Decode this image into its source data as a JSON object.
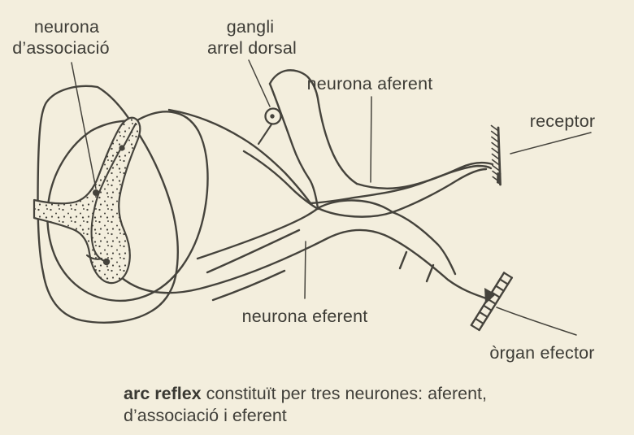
{
  "figure": {
    "colors": {
      "paper": "#f3eedd",
      "ink": "#45433c",
      "text": "#3d3c36"
    },
    "labels": {
      "association": {
        "line1": "neurona",
        "line2": "d’associació"
      },
      "ganglion": {
        "line1": "gangli",
        "line2": "arrel dorsal"
      },
      "afferent": "neurona aferent",
      "receptor": "receptor",
      "efferent": "neurona eferent",
      "effector": "òrgan efector"
    },
    "caption": {
      "term": "arc reflex",
      "rest": " constituït per tres neurones: aferent,",
      "line2": "d’associació i eferent"
    },
    "icons": {
      "receptor_symbol": "hatched-bar-icon",
      "effector_symbol": "striated-muscle-icon",
      "ganglion_symbol": "cell-body-circle-icon"
    }
  }
}
